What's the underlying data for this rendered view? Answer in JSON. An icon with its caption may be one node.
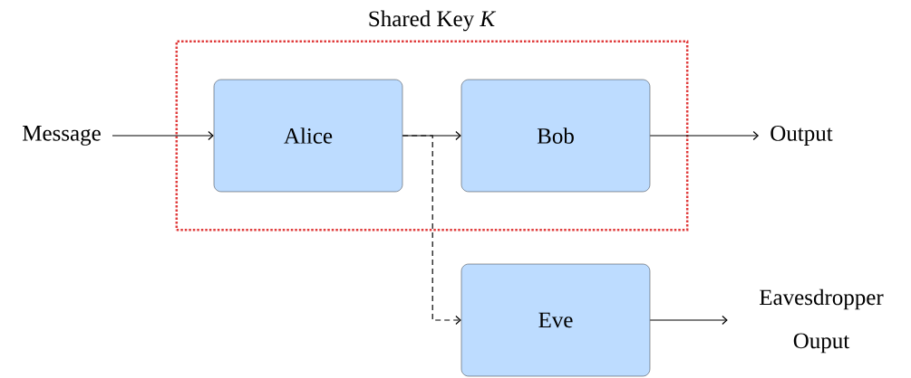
{
  "diagram": {
    "nodes": [
      {
        "text": [
          "Shared Key *K*"
        ]
      },
      {
        "text": [
          "Message"
        ]
      },
      {
        "text": [
          "Alice"
        ],
        "in": 0
      },
      {
        "text": [
          "Bob"
        ],
        "in": 0
      },
      {
        "text": [
          "Output"
        ]
      },
      {
        "text": [
          "Eve"
        ]
      },
      {
        "text": [
          "Eavesdropper Ouput"
        ]
      }
    ],
    "edges": [
      {
        "from": 1,
        "to": 2,
        "arrow": "to"
      },
      {
        "from": 2,
        "to": 3,
        "arrow": "to"
      },
      {
        "from": 3,
        "to": 4,
        "arrow": "to"
      },
      {
        "from": 2,
        "to": 5,
        "arrow": "to",
        "style": "dashed"
      },
      {
        "from": 5,
        "to": 6,
        "arrow": "to"
      }
    ]
  }
}
